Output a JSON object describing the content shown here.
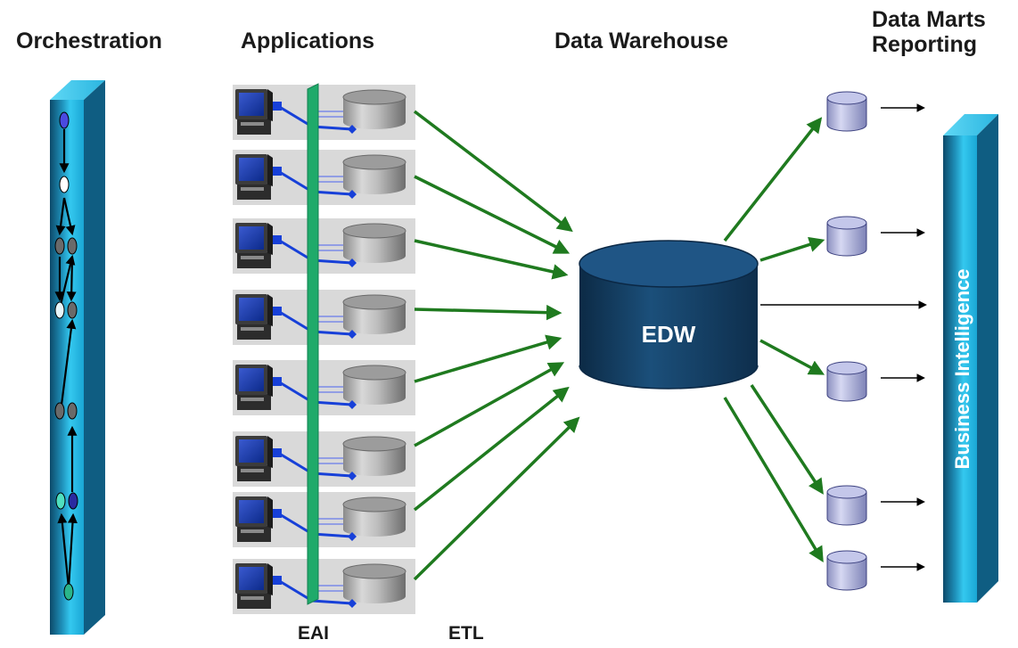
{
  "headers": {
    "orchestration": "Orchestration",
    "applications": "Applications",
    "data_warehouse": "Data Warehouse",
    "data_marts_line1": "Data Marts",
    "data_marts_line2": "Reporting"
  },
  "warehouse_label": "EDW",
  "business_intelligence_label": "Business Intelligence",
  "footer": {
    "eai": "EAI",
    "etl": "ETL"
  },
  "application_count": 8,
  "data_mart_count": 5,
  "colors": {
    "pillar_cyan": "#2bc0e8",
    "pillar_dark": "#0d4a6a",
    "warehouse_navy": "#12395a",
    "flow_arrow_green": "#1f7a1f",
    "eai_bus_green": "#1faa6a",
    "app_link_blue": "#1740d8"
  }
}
